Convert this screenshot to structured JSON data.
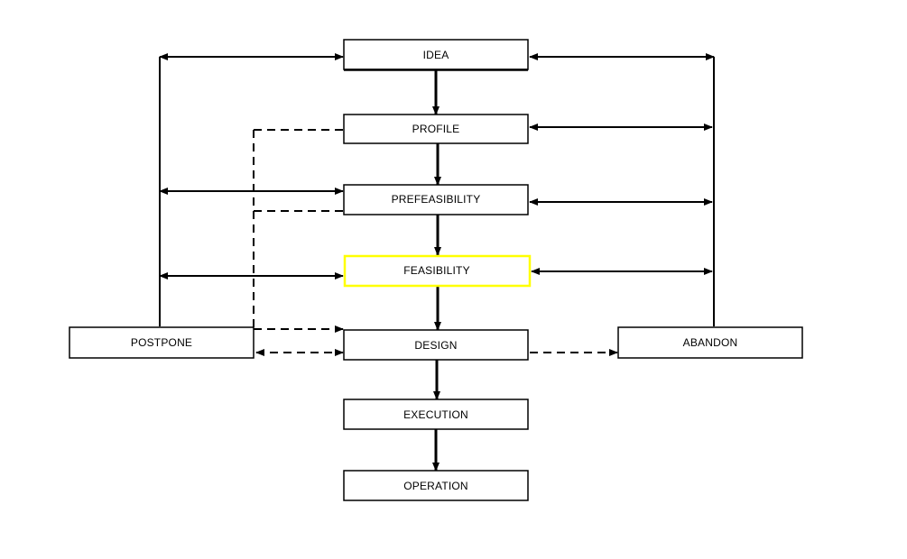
{
  "nodes": {
    "idea": "IDEA",
    "profile": "PROFILE",
    "prefeasibility": "PREFEASIBILITY",
    "feasibility": "FEASIBILITY",
    "design": "DESIGN",
    "execution": "EXECUTION",
    "operation": "OPERATION",
    "postpone": "POSTPONE",
    "abandon": "ABANDON"
  },
  "colors": {
    "line": "#000000",
    "highlight_border": "#ffff00",
    "background": "#ffffff"
  },
  "highlighted_node": "feasibility"
}
